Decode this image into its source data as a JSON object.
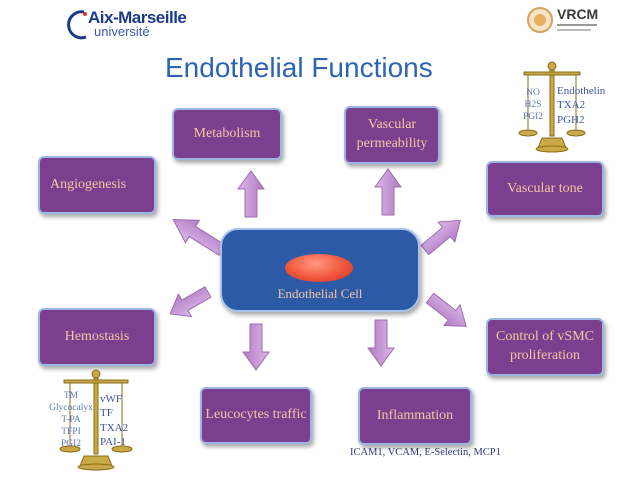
{
  "header": {
    "logo_aix_line1": "Aix-Marseille",
    "logo_aix_line2": "université",
    "logo_vrcm": "VRCM"
  },
  "title": "Endothelial Functions",
  "center": {
    "label": "Endothelial Cell"
  },
  "functions": {
    "metabolism": "Metabolism",
    "permeability": "Vascular permeability",
    "angiogenesis": "Angiogenesis",
    "tone": "Vascular tone",
    "hemostasis": "Hemostasis",
    "vsmc": "Control of vSMC proliferation",
    "leucocytes": "Leucocytes traffic",
    "inflammation": "Inflammation"
  },
  "balance_top": {
    "left": [
      "NO",
      "H2S",
      "PGI2"
    ],
    "right": [
      "Endothelin",
      "TXA2",
      "PGH2"
    ]
  },
  "balance_bottom": {
    "left": [
      "TM",
      "Glycocalyx",
      "T-PA",
      "TFPI",
      "PGI2"
    ],
    "right": [
      "vWF",
      "TF",
      "TXA2",
      "PAI-1"
    ]
  },
  "inflammation_markers": "ICAM1, VCAM, E-Selectin, MCP1",
  "colors": {
    "title": "#2e63b3",
    "box_fill": "#7a3f8f",
    "box_text": "#f5c8a0",
    "cell_fill": "#2d5aa6",
    "arrow_fill": "#c99ad8"
  }
}
